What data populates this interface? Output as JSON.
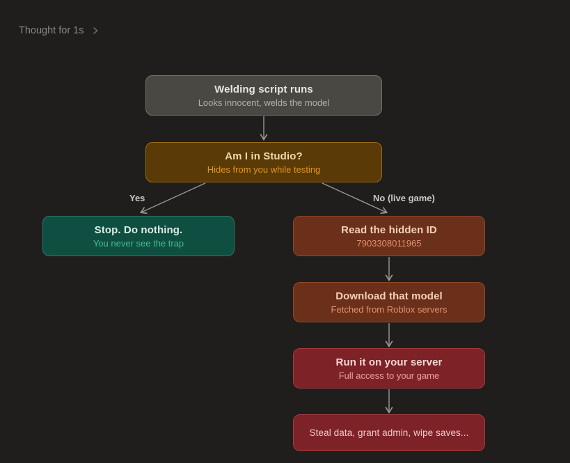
{
  "header": {
    "thought_label": "Thought for 1s"
  },
  "flowchart": {
    "nodes": [
      {
        "id": "start",
        "title": "Welding script runs",
        "subtitle": "Looks innocent, welds the model"
      },
      {
        "id": "decision",
        "title": "Am I in Studio?",
        "subtitle": "Hides from you while testing"
      },
      {
        "id": "stop",
        "title": "Stop. Do nothing.",
        "subtitle": "You never see the trap"
      },
      {
        "id": "read",
        "title": "Read the hidden ID",
        "subtitle": "7903308011965"
      },
      {
        "id": "download",
        "title": "Download that model",
        "subtitle": "Fetched from Roblox servers"
      },
      {
        "id": "run",
        "title": "Run it on your server",
        "subtitle": "Full access to your game"
      },
      {
        "id": "steal",
        "title": "Steal data, grant admin, wipe saves...",
        "subtitle": ""
      }
    ],
    "edge_labels": {
      "yes": "Yes",
      "no": "No (live game)"
    },
    "colors": {
      "background": "#1f1e1d",
      "neutral_node": "#4a4843",
      "warning_node": "#5a3a06",
      "safe_node": "#0f4f41",
      "danger_node": "#6b3019",
      "critical_node": "#7d2226",
      "arrow": "#9b978f"
    }
  }
}
